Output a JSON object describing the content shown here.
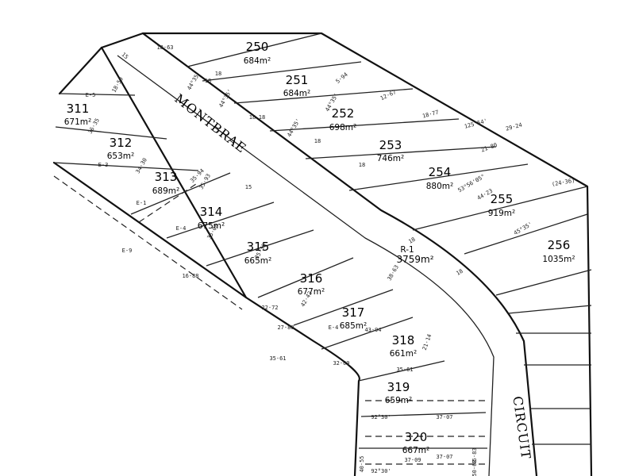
{
  "roads": [
    {
      "name": "MONTBRAE"
    },
    {
      "name": "CIRCUIT"
    }
  ],
  "lots": [
    {
      "number": "250",
      "area": "684m²"
    },
    {
      "number": "251",
      "area": "684m²"
    },
    {
      "number": "252",
      "area": "698m²"
    },
    {
      "number": "253",
      "area": "746m²"
    },
    {
      "number": "254",
      "area": "880m²"
    },
    {
      "number": "255",
      "area": "919m²"
    },
    {
      "number": "256",
      "area": "1035m²"
    },
    {
      "number": "311",
      "area": "671m²"
    },
    {
      "number": "312",
      "area": "653m²"
    },
    {
      "number": "313",
      "area": "689m²"
    },
    {
      "number": "314",
      "area": "675m²"
    },
    {
      "number": "315",
      "area": "665m²"
    },
    {
      "number": "316",
      "area": "677m²"
    },
    {
      "number": "317",
      "area": "685m²"
    },
    {
      "number": "318",
      "area": "661m²"
    },
    {
      "number": "319",
      "area": "659m²"
    },
    {
      "number": "320",
      "area": "667m²"
    },
    {
      "number": "R-1",
      "area": "3759m²"
    }
  ],
  "dimensions": [
    "18·63",
    "15",
    "18",
    "18",
    "5·94",
    "12·67",
    "18·77",
    "125°54'",
    "29·24",
    "21·80",
    "(24·36)",
    "35·94",
    "44°35'",
    "44°35'",
    "44°35'",
    "44°35'",
    "45°35'",
    "53°56'05\"",
    "44·23",
    "18",
    "18",
    "18",
    "18",
    "15",
    "18·50",
    "36·35",
    "34·30",
    "35·93",
    "35·08",
    "35·36",
    "35·61",
    "35·61",
    "38·63",
    "42·42",
    "43·94",
    "18",
    "18",
    "16·88",
    "22·72",
    "27·80",
    "32·09",
    "21·14",
    "37·09",
    "92°30'",
    "92°30'",
    "37·07",
    "37·07",
    "40·55",
    "45·83",
    "50·63",
    "E-1",
    "E-3",
    "E-4",
    "E-4",
    "E-5",
    "E-9"
  ]
}
